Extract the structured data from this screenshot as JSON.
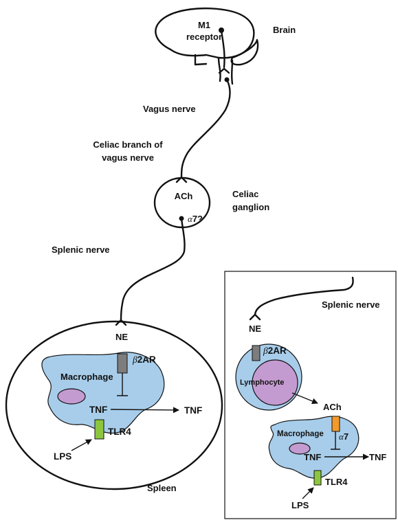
{
  "labels": {
    "m1": "M1",
    "receptor": "receptor",
    "brain": "Brain",
    "vagus_nerve": "Vagus nerve",
    "celiac_branch_line1": "Celiac branch of",
    "celiac_branch_line2": "vagus nerve",
    "ach": "ACh",
    "alpha7q_greek": "α",
    "alpha7q_rest": "7?",
    "celiac_line1": "Celiac",
    "celiac_line2": "ganglion",
    "splenic_nerve": "Splenic nerve",
    "ne": "NE",
    "beta2ar_greek": "β",
    "beta2ar_rest": "2AR",
    "macrophage": "Macrophage",
    "tnf_cell": "TNF",
    "tnf_out": "TNF",
    "tlr4": "TLR4",
    "lps": "LPS",
    "spleen": "Spleen"
  },
  "inset": {
    "splenic_nerve": "Splenic nerve",
    "ne": "NE",
    "beta2ar_greek": "β",
    "beta2ar_rest": "2AR",
    "lymphocyte": "Lymphocyte",
    "ach": "ACh",
    "macrophage": "Macrophage",
    "alpha7_greek": "α",
    "alpha7_rest": "7",
    "tnf_cell": "TNF",
    "tnf_out": "TNF",
    "tlr4": "TLR4",
    "lps": "LPS"
  },
  "colors": {
    "cell_blue": "#a7cdea",
    "nucleus_purple": "#c49bd0",
    "beta2ar_gray": "#7d7d7d",
    "tlr4_green": "#8cc63f",
    "alpha7_orange": "#f39a2c",
    "outline": "#111111"
  }
}
